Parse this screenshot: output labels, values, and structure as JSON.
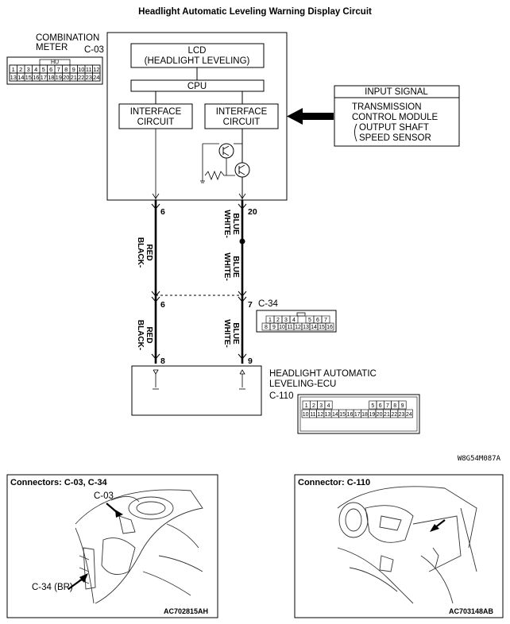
{
  "title": "Headlight Automatic Leveling Warning Display Circuit",
  "combination_meter": {
    "label_line1": "COMBINATION",
    "label_line2": "METER",
    "connector": "C-03",
    "connector_tag": "HU",
    "pins_row1": [
      "1",
      "2",
      "3",
      "4",
      "5",
      "6",
      "7",
      "8",
      "9",
      "10",
      "11",
      "12"
    ],
    "pins_row2": [
      "13",
      "14",
      "15",
      "16",
      "17",
      "18",
      "19",
      "20",
      "21",
      "22",
      "23",
      "24"
    ]
  },
  "meter_box": {
    "lcd_line1": "LCD",
    "lcd_line2": "(HEADLIGHT LEVELING)",
    "cpu": "CPU",
    "interface1_line1": "INTERFACE",
    "interface1_line2": "CIRCUIT",
    "interface2_line1": "INTERFACE",
    "interface2_line2": "CIRCUIT"
  },
  "input_signal": {
    "header": "INPUT SIGNAL",
    "line1": "TRANSMISSION",
    "line2": "CONTROL MODULE",
    "line3": "OUTPUT SHAFT",
    "line4": "SPEED SENSOR"
  },
  "wires": {
    "left_top_pin": "6",
    "right_top_pin": "20",
    "left_mid_pin": "6",
    "right_mid_pin": "7",
    "left_bottom_pin": "8",
    "right_bottom_pin": "9",
    "left_color_line1": "BLACK-",
    "left_color_line2": "RED",
    "right_color_line1": "WHITE-",
    "right_color_line2": "BLUE"
  },
  "connector_c34": {
    "label": "C-34",
    "row1": [
      "1",
      "2",
      "3",
      "4",
      "",
      "5",
      "6",
      "7"
    ],
    "row2": [
      "8",
      "9",
      "10",
      "11",
      "12",
      "13",
      "14",
      "15",
      "16"
    ]
  },
  "ecu": {
    "label_line1": "HEADLIGHT AUTOMATIC",
    "label_line2": "LEVELING-ECU",
    "connector": "C-110",
    "row1": [
      "1",
      "2",
      "3",
      "4",
      "",
      "",
      "",
      "",
      "",
      "5",
      "6",
      "7",
      "8",
      "9"
    ],
    "row2": [
      "10",
      "11",
      "12",
      "13",
      "14",
      "15",
      "16",
      "17",
      "18",
      "19",
      "20",
      "21",
      "22",
      "23",
      "24"
    ]
  },
  "diagram_code": "W8G54M087A",
  "photos": [
    {
      "title": "Connectors: C-03, C-34",
      "callout1": "C-03",
      "callout2": "C-34 (BR)",
      "code": "AC702815AH"
    },
    {
      "title": "Connector: C-110",
      "code": "AC703148AB"
    }
  ]
}
